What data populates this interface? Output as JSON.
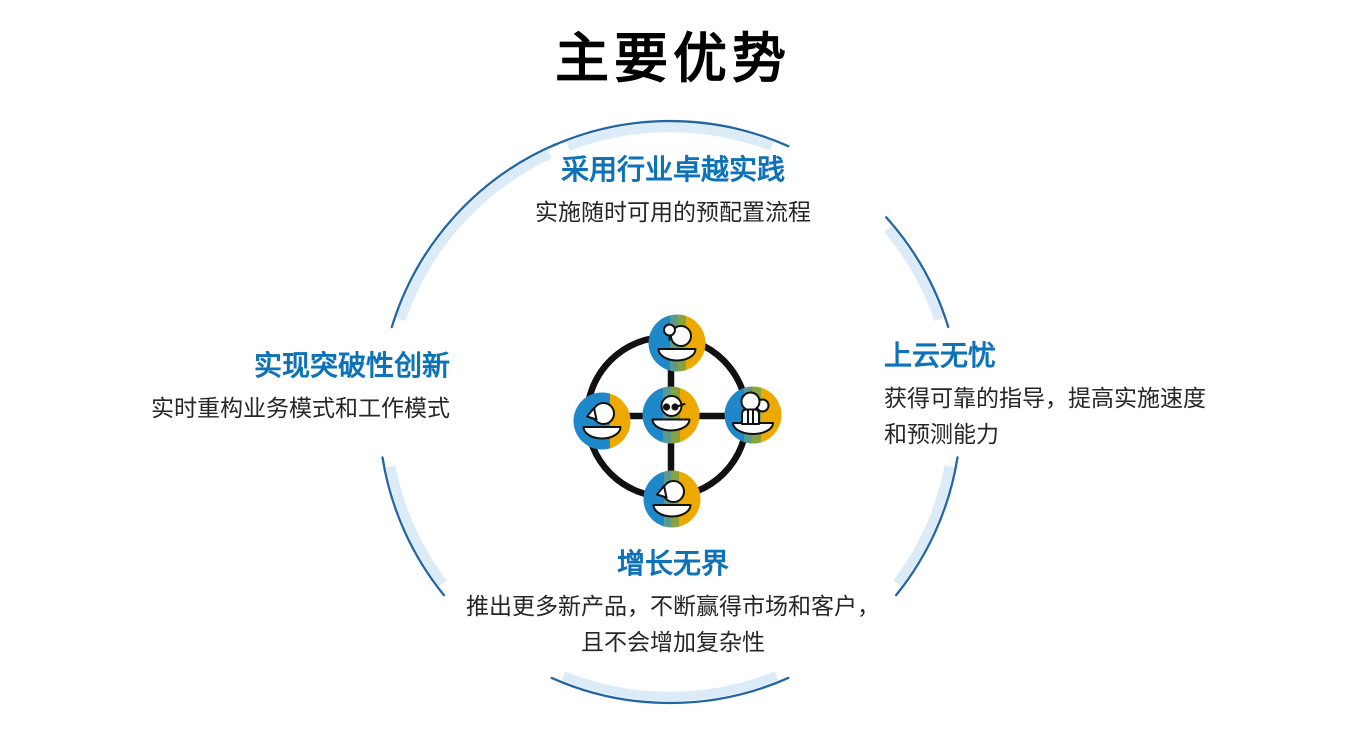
{
  "page": {
    "title": "主要优势"
  },
  "colors": {
    "accent_blue": "#0d72b8",
    "arc_dark": "#2166a5",
    "arc_light": "#dcebf8",
    "body_text": "#262626",
    "avatar_blue": "#1e88c9",
    "avatar_gold": "#eda900",
    "avatar_teal": "#5e998e",
    "avatar_green": "#87a33f"
  },
  "benefits": {
    "top": {
      "title": "采用行业卓越实践",
      "description": "实施随时可用的预配置流程"
    },
    "right": {
      "title": "上云无忧",
      "description": "获得可靠的指导，提高实施速度\n和预测能力"
    },
    "left": {
      "title": "实现突破性创新",
      "description": "实时重构业务模式和工作模式"
    },
    "bottom": {
      "title": "增长无界",
      "description": "推出更多新产品，不断赢得市场和客户，\n且不会增加复杂性"
    }
  },
  "center_icon": {
    "name": "collaboration-network",
    "avatars": [
      "person-idea",
      "person-profile-left",
      "person-glasses-center",
      "two-people-right",
      "person-profile-bottom"
    ]
  }
}
